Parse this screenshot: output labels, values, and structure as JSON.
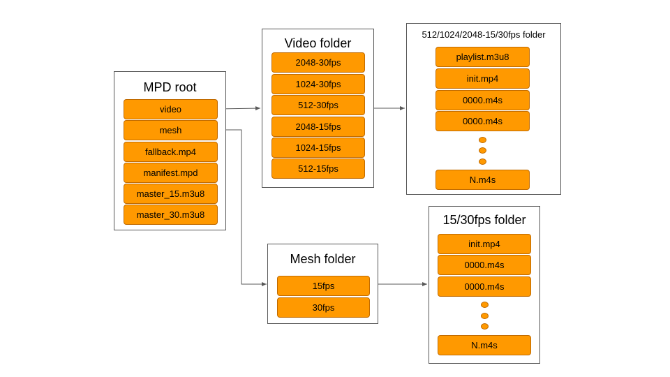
{
  "mpd_root": {
    "title": "MPD root",
    "items": [
      "video",
      "mesh",
      "fallback.mp4",
      "manifest.mpd",
      "master_15.m3u8",
      "master_30.m3u8"
    ]
  },
  "video_folder": {
    "title": "Video folder",
    "items": [
      "2048-30fps",
      "1024-30fps",
      "512-30fps",
      "2048-15fps",
      "1024-15fps",
      "512-15fps"
    ]
  },
  "segment_folder": {
    "title": "512/1024/2048-15/30fps folder",
    "items": [
      "playlist.m3u8",
      "init.mp4",
      "0000.m4s",
      "0000.m4s"
    ],
    "last": "N.m4s"
  },
  "mesh_folder": {
    "title": "Mesh folder",
    "items": [
      "15fps",
      "30fps"
    ]
  },
  "mesh_fps_folder": {
    "title": "15/30fps folder",
    "items": [
      "init.mp4",
      "0000.m4s",
      "0000.m4s"
    ],
    "last": "N.m4s"
  },
  "colors": {
    "box_fill": "#ff9900",
    "box_border": "#c06a00",
    "arrow": "#595959"
  }
}
